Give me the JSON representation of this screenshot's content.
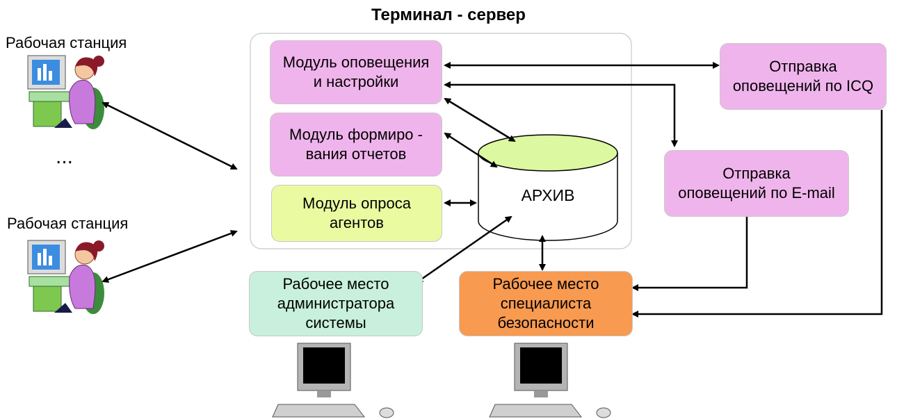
{
  "title": "Терминал - сервер",
  "workstations": [
    {
      "label": "Рабочая станция"
    },
    {
      "label": "Рабочая станция"
    }
  ],
  "ellipsis": "...",
  "server_modules": {
    "notify": "Модуль оповещения\nи настройки",
    "reports": "Модуль формиро -\nвания отчетов",
    "poll": "Модуль опроса\nагентов"
  },
  "archive": "АРХИВ",
  "senders": {
    "icq": "Отправка\nоповещений по ICQ",
    "email": "Отправка\nоповещений по E-mail"
  },
  "workplaces": {
    "admin": "Рабочее место\nадминистратора\nсистемы",
    "security": "Рабочее место\nспециалиста\nбезопасности"
  },
  "colors": {
    "module_pink": "#f0b4ec",
    "module_lime": "#eafaa0",
    "archive_top": "#dcf8a0",
    "admin_green": "#c8f0dc",
    "security_orange": "#f89a50"
  }
}
